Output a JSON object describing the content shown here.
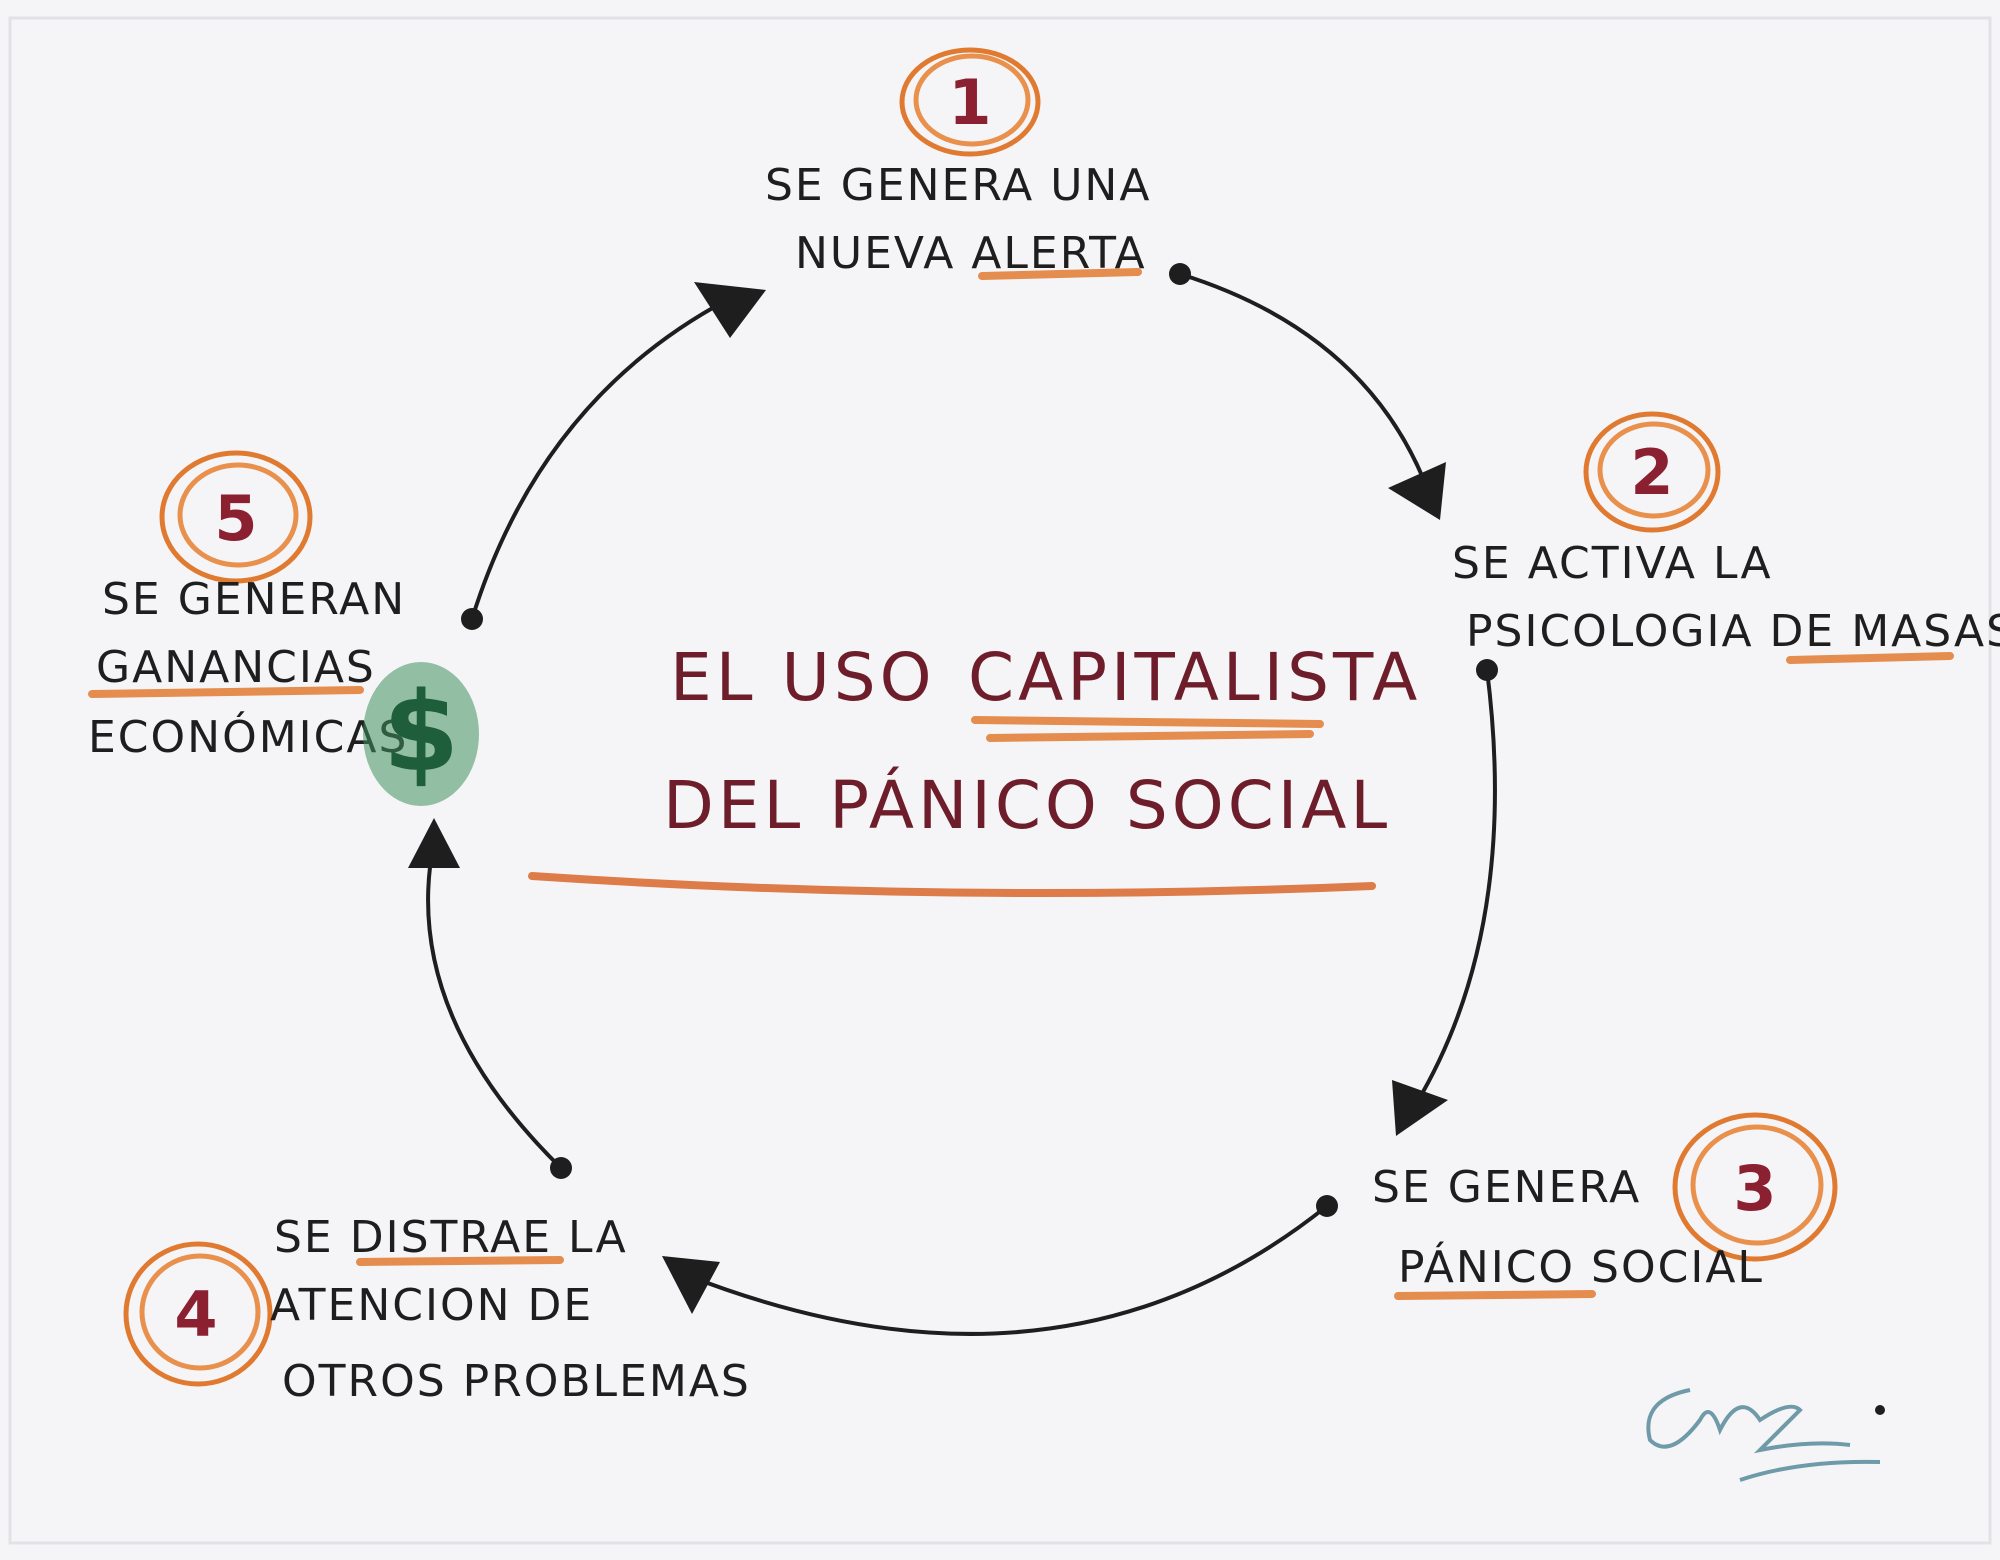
{
  "colors": {
    "background": "#f5f5f8",
    "ink": "#1e1e1e",
    "title": "#6e1e2a",
    "accent_orange": "#e07a30",
    "number": "#8a2030",
    "money_green": "#2e7d4f",
    "signature": "#6f9aa8"
  },
  "title": {
    "line1_part1": "EL USO",
    "line1_part2": "CAPITALISTA",
    "line2": "DEL PÁNICO  SOCIAL"
  },
  "steps": [
    {
      "number": "1",
      "lines": [
        "SE GENERA UNA",
        "NUEVA ALERTA"
      ]
    },
    {
      "number": "2",
      "lines": [
        "SE ACTIVA LA",
        "PSICOLOGIA DE MASAS"
      ]
    },
    {
      "number": "3",
      "lines": [
        "SE GENERA",
        "PÁNICO SOCIAL"
      ]
    },
    {
      "number": "4",
      "lines": [
        "SE DISTRAE LA",
        "ATENCION DE",
        "OTROS PROBLEMAS"
      ]
    },
    {
      "number": "5",
      "lines": [
        "SE GENERAN",
        "GANANCIAS",
        "ECONÓMICAS"
      ]
    }
  ],
  "icons": {
    "money": "dollar-sign-icon",
    "arrows": "triangle-arrowhead-icon",
    "nodes": "dot-icon"
  },
  "money_symbol": "$",
  "signature": "Cruz"
}
